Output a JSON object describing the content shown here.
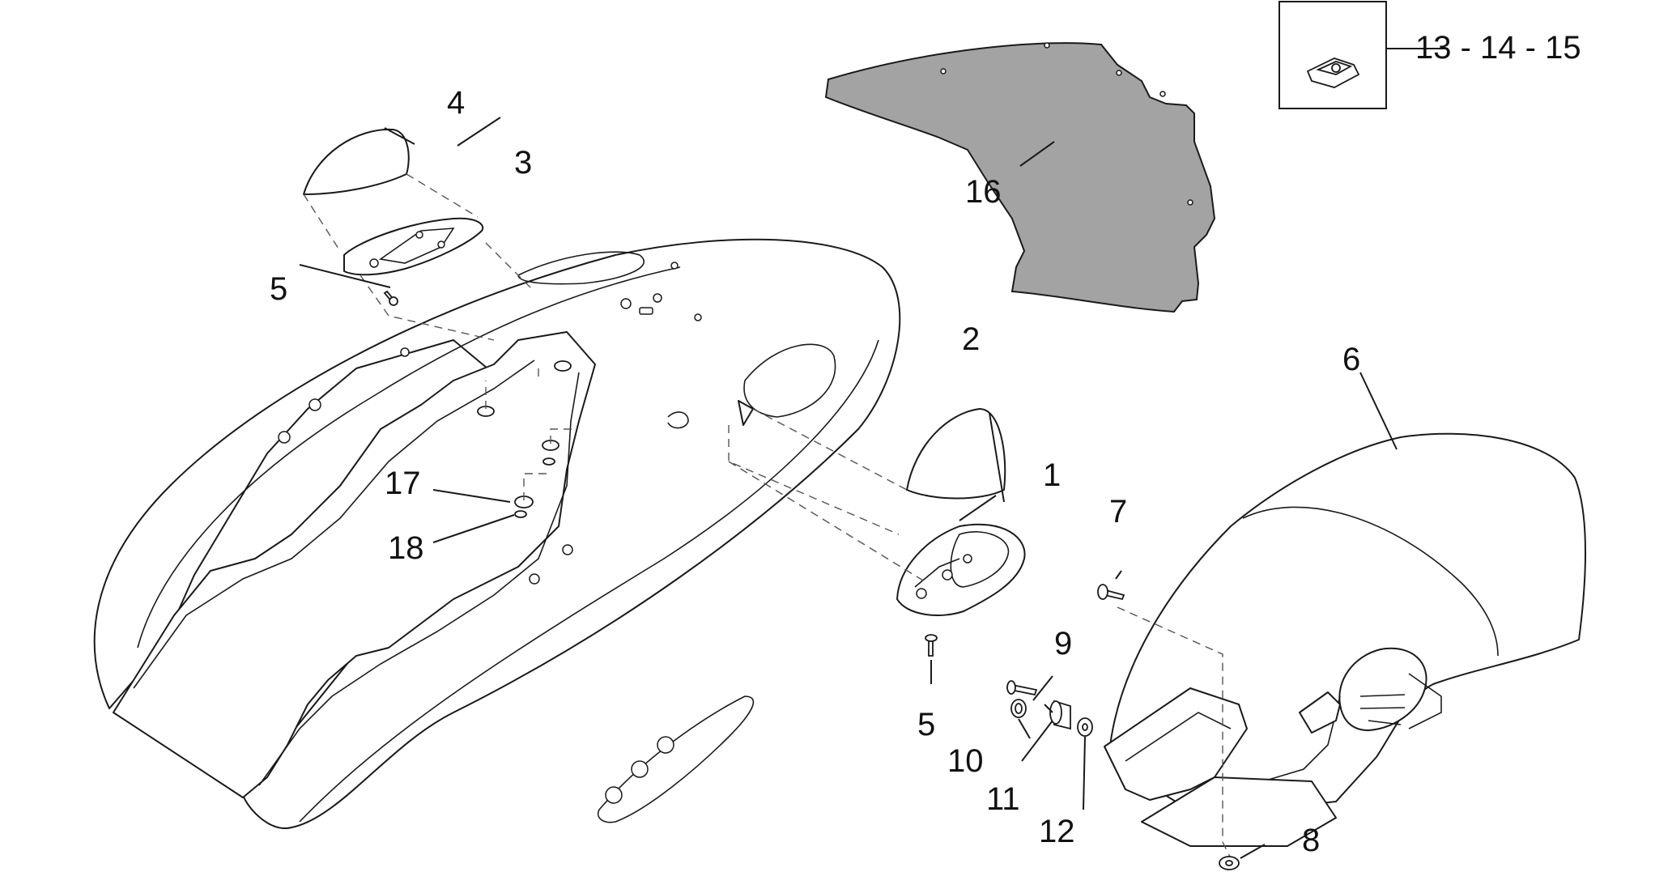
{
  "diagram": {
    "callouts": {
      "c1": "1",
      "c2": "2",
      "c3": "3",
      "c4": "4",
      "c5a": "5",
      "c5b": "5",
      "c6": "6",
      "c7": "7",
      "c8": "8",
      "c9": "9",
      "c10": "10",
      "c11": "11",
      "c12": "12",
      "c13_14_15": "13 - 14 - 15",
      "c16": "16",
      "c17": "17",
      "c18": "18"
    },
    "colors": {
      "line": "#1a1a1a",
      "gasket_fill": "#a3a3a3",
      "background": "#ffffff"
    }
  }
}
